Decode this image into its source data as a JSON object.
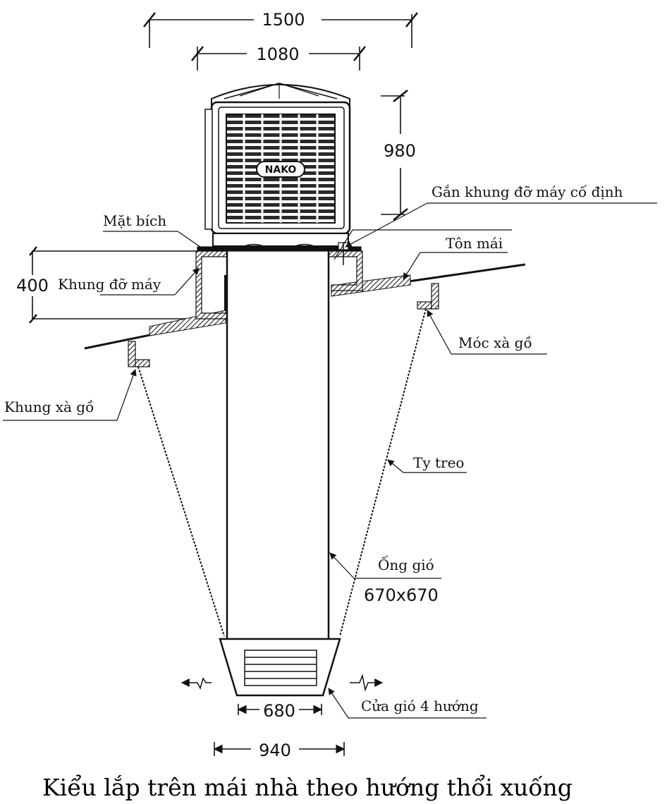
{
  "dimensions": {
    "width_total": "1500",
    "width_unit": "1080",
    "height_unit": "980",
    "height_frame": "400",
    "width_outlet": "680",
    "width_outlet_outer": "940"
  },
  "unit": {
    "brand": "NAKO"
  },
  "labels": {
    "flange": "Mặt bích",
    "fixed_mount": "Gắn khung đỡ máy cố định",
    "roof_sheet": "Tôn mái",
    "support_frame": "Khung đỡ máy",
    "purlin_hook": "Móc xà gồ",
    "purlin_frame": "Khung xà gồ",
    "hanging_rod": "Ty treo",
    "air_duct": "Ống gió",
    "duct_size": "670x670",
    "outlet_4way": "Cửa gió 4 hướng"
  },
  "caption": "Kiểu lắp trên mái nhà theo hướng thổi xuống",
  "colors": {
    "line": "#111111",
    "background": "#ffffff"
  }
}
